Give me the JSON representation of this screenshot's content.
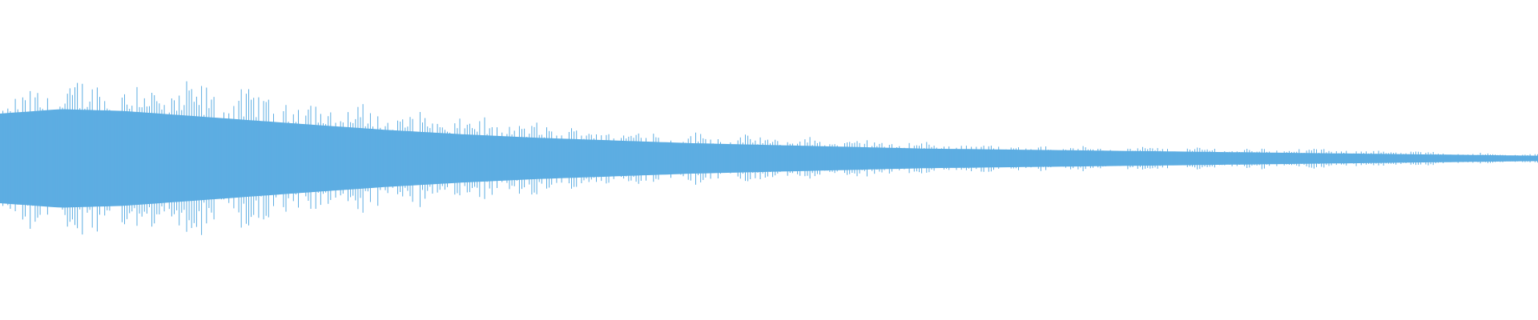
{
  "waveform": {
    "color": "#5dade2",
    "background": "#ffffff"
  },
  "chart_data": {
    "type": "area",
    "title": "",
    "xlabel": "",
    "ylabel": "",
    "grid": false,
    "legend": "none",
    "xlim": [
      0,
      1
    ],
    "ylim": [
      -1,
      1
    ],
    "series": [
      {
        "x": [
          0.0,
          0.04,
          0.08,
          0.12,
          0.16,
          0.2,
          0.25,
          0.3,
          0.35,
          0.4,
          0.45,
          0.5,
          0.55,
          0.6,
          0.65,
          0.7,
          0.75,
          0.8,
          0.85,
          0.9,
          0.95,
          1.0
        ],
        "envelope_peak": [
          0.72,
          0.94,
          0.97,
          0.93,
          0.83,
          0.72,
          0.6,
          0.51,
          0.43,
          0.36,
          0.31,
          0.27,
          0.24,
          0.2,
          0.17,
          0.15,
          0.14,
          0.13,
          0.12,
          0.1,
          0.07,
          0.05
        ],
        "envelope_dense": [
          0.5,
          0.55,
          0.53,
          0.48,
          0.43,
          0.38,
          0.32,
          0.27,
          0.23,
          0.2,
          0.17,
          0.15,
          0.13,
          0.11,
          0.1,
          0.09,
          0.08,
          0.07,
          0.06,
          0.05,
          0.04,
          0.03
        ]
      }
    ]
  }
}
